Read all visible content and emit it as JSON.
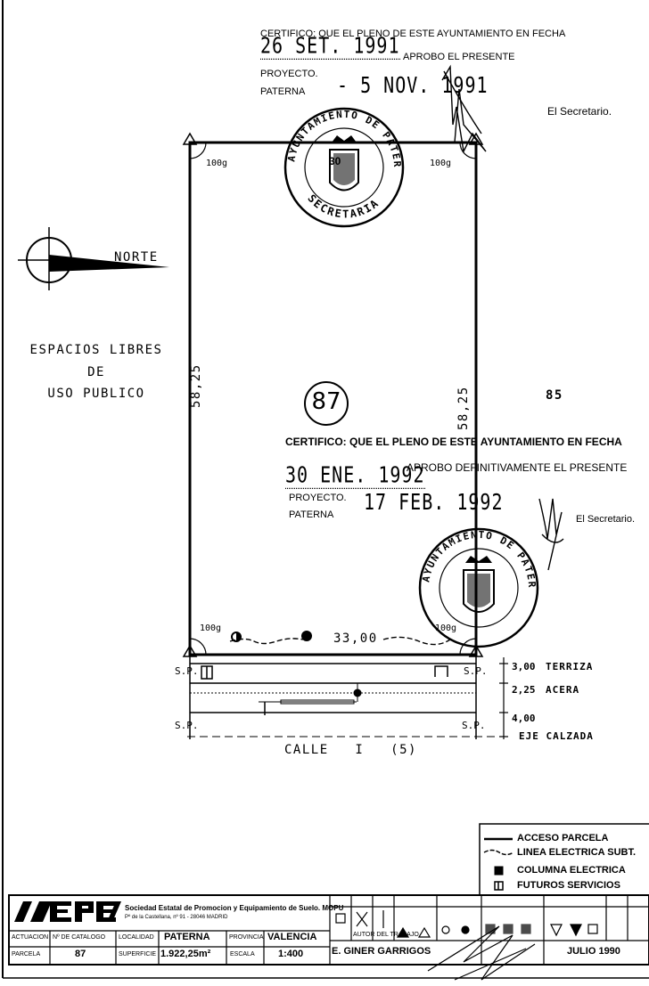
{
  "stamp_top": {
    "line1": "CERTIFICO: QUE EL PLENO DE ESTE AYUNTAMIENTO EN FECHA",
    "date1": "26 SET. 1991",
    "line2_rest": "APROBO EL PRESENTE",
    "line3": "PROYECTO.",
    "place": "PATERNA",
    "date2": "- 5 NOV. 1991",
    "secretary": "El Secretario."
  },
  "stamp_bottom": {
    "line1": "CERTIFICO: QUE EL PLENO DE ESTE AYUNTAMIENTO EN FECHA",
    "date1": "30 ENE. 1992",
    "line2_rest": "APROBO DEFINITIVAMENTE EL PRESENTE",
    "line3": "PROYECTO.",
    "place": "PATERNA",
    "date2": "17 FEB. 1992",
    "secretary": "El Secretario."
  },
  "seal": {
    "top_text": "AYUNTAMIENTO DE PATERNA",
    "bottom_text": "SECRETARIA",
    "number": "30"
  },
  "plan": {
    "north_label": "NORTE",
    "left_area": [
      "ESPACIOS LIBRES",
      "DE",
      "USO PUBLICO"
    ],
    "parcel_number": "87",
    "neighbor_number": "85",
    "side_dimension_left": "58,25",
    "side_dimension_right": "58,25",
    "bottom_dimension": "33,00",
    "angle_tl": "100g",
    "angle_tr": "100g",
    "angle_bl": "100g",
    "angle_br": "100g",
    "street": "CALLE   I   (5)",
    "sp_label": "S.P.",
    "sections": [
      {
        "value": "3,00",
        "label": "TERRIZA"
      },
      {
        "value": "2,25",
        "label": "ACERA"
      },
      {
        "value": "4,00",
        "label": "EJE CALZADA"
      }
    ]
  },
  "legend": [
    {
      "icon": "access-line-icon",
      "label": "ACCESO PARCELA"
    },
    {
      "icon": "electric-line-icon",
      "label": "LINEA ELECTRICA SUBT."
    },
    {
      "icon": "electric-column-icon",
      "label": "COLUMNA ELECTRICA"
    },
    {
      "icon": "future-services-icon",
      "label": "FUTUROS SERVICIOS"
    }
  ],
  "title_block": {
    "company_name": "Sociedad Estatal de Promocion y Equipamiento de Suelo. MOPU",
    "company_address": "Pº de la Castellana, nº 91 - 28046 MADRID",
    "headers": {
      "actuacion": "ACTUACION",
      "n_catalogo": "Nº DE CATALOGO",
      "localidad": "LOCALIDAD",
      "provincia": "PROVINCIA",
      "parcela": "PARCELA",
      "superficie": "SUPERFICIE",
      "escala": "ESCALA",
      "autor": "AUTOR DEL TRABAJO"
    },
    "localidad": "PATERNA",
    "provincia": "VALENCIA",
    "parcela": "87",
    "superficie": "1.922,25m²",
    "escala": "1:400",
    "autor": "E. GINER GARRIGOS",
    "fecha": "JULIO 1990"
  }
}
